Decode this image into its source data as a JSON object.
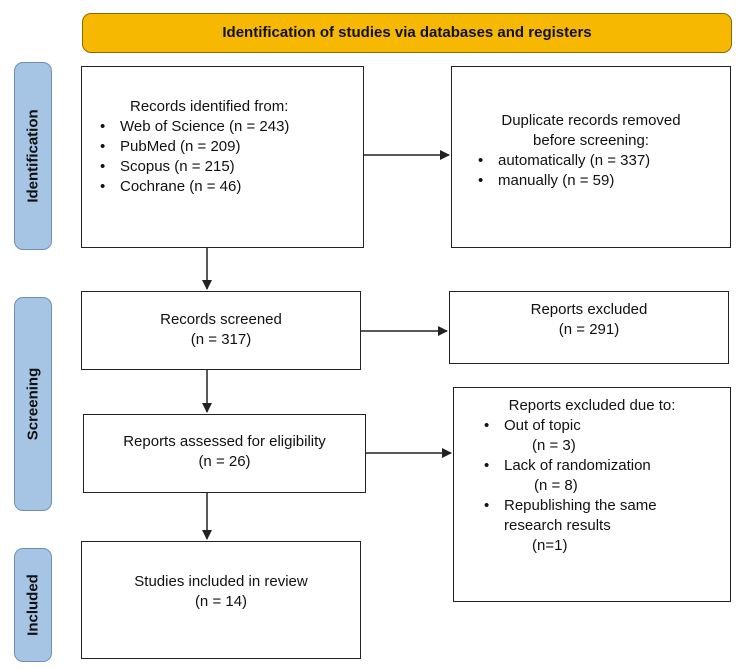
{
  "header": {
    "title": "Identification  of studies via databases and registers"
  },
  "stages": {
    "identification": "Identification",
    "screening": "Screening",
    "included": "Included"
  },
  "records_identified": {
    "title": "Records identified from:",
    "items": [
      "Web of Science (n = 243)",
      "PubMed (n = 209)",
      "Scopus (n = 215)",
      "Cochrane (n = 46)"
    ]
  },
  "duplicates_removed": {
    "title_line1": "Duplicate records removed",
    "title_line2": "before screening:",
    "items": [
      "automatically (n = 337)",
      "manually (n = 59)"
    ]
  },
  "records_screened": {
    "title": "Records screened",
    "count": "(n = 317)"
  },
  "reports_excluded": {
    "title": "Reports excluded",
    "count": "(n = 291)"
  },
  "reports_assessed": {
    "title": "Reports assessed for eligibility",
    "count": "(n = 26)"
  },
  "reports_excluded_due": {
    "title": "Reports excluded due to:",
    "items": [
      {
        "label": "Out of topic",
        "count": "(n = 3)"
      },
      {
        "label": "Lack of randomization",
        "count": "(n = 8)"
      },
      {
        "label": "Republishing the same",
        "label2": "research results",
        "count": "(n=1)"
      }
    ]
  },
  "studies_included": {
    "title": "Studies included in review",
    "count": "(n = 14)"
  },
  "colors": {
    "header_fill": "#f6b800",
    "stage_fill": "#a6c4e4",
    "line": "#222222"
  }
}
